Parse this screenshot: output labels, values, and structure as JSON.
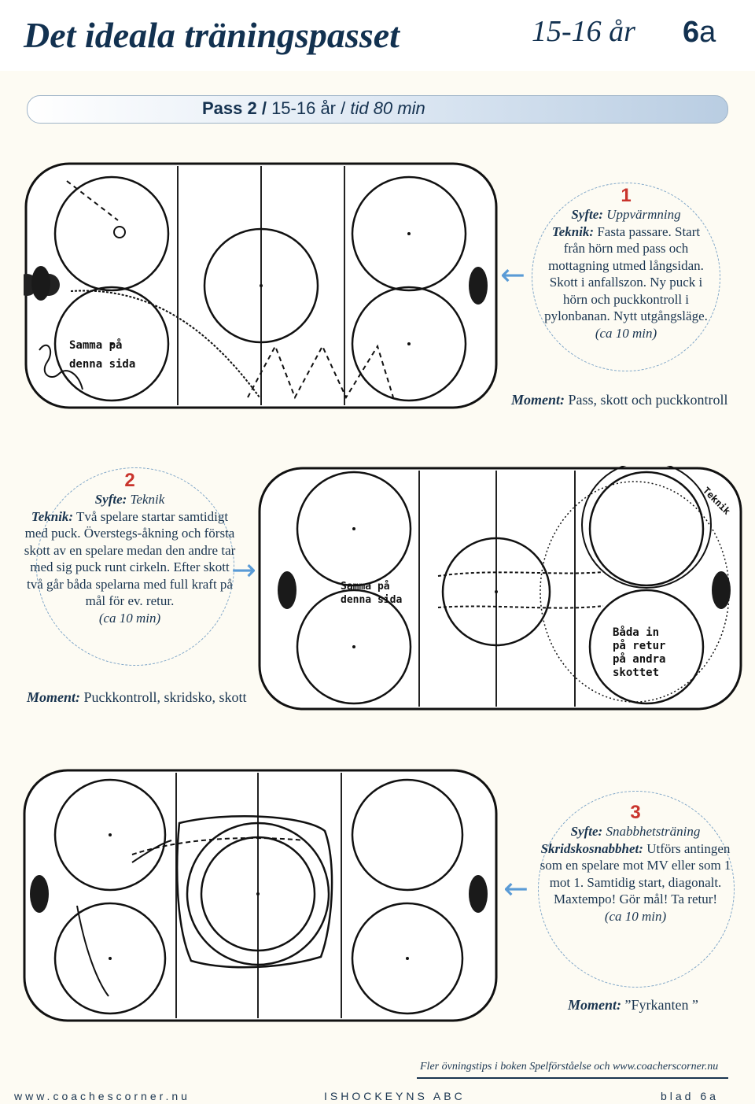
{
  "header": {
    "title": "Det ideala träningspasset",
    "age": "15-16 år",
    "page_number": "6",
    "page_suffix": "a"
  },
  "banner": {
    "part1": "Pass 2 /",
    "part2": " 15-16 år / ",
    "part3": "tid 80 min"
  },
  "drills": [
    {
      "number": "1",
      "syfte_label": "Syfte:",
      "syfte": " Uppvärmning",
      "teknik_label": "Teknik:",
      "teknik": " Fasta passare. Start från hörn med pass och mottagning utmed långsidan. Skott i anfallszon. Ny puck i hörn och puckkontroll i pylonbanan. Nytt utgångsläge.",
      "time": "(ca 10 min)",
      "moment_label": "Moment:",
      "moment": " Pass, skott och puckkontroll",
      "diagram_text": [
        "Samma på",
        "denna sida"
      ]
    },
    {
      "number": "2",
      "syfte_label": "Syfte:",
      "syfte": " Teknik",
      "teknik_label": "Teknik:",
      "teknik": " Två spelare startar samtidigt med puck. Överstegs-åkning och första skott av en spelare medan den andre tar med sig puck runt cirkeln. Efter skott två går båda spelarna med full kraft på mål för ev. retur.",
      "time": "(ca 10 min)",
      "moment_label": "Moment:",
      "moment": " Puckkontroll, skridsko, skott",
      "diagram_text": [
        "Samma på",
        "denna sida",
        "Teknik",
        "Båda in",
        "på retur",
        "på andra",
        "skottet"
      ]
    },
    {
      "number": "3",
      "syfte_label": "Syfte:",
      "syfte": " Snabbhetsträning",
      "teknik_label": "Skridskosnabbhet:",
      "teknik": " Utförs antingen som en spelare mot MV eller som 1 mot 1. Samtidig start, diagonalt. Maxtempo! Gör mål! Ta retur!",
      "time": "(ca 10 min)",
      "moment_label": "Moment:",
      "moment": " ”Fyrkanten ”"
    }
  ],
  "tip": "Fler övningstips i boken Spelförståelse och www.coacherscorner.nu",
  "footer": {
    "left": "www.coachescorner.nu",
    "center": "ISHOCKEYNS ABC",
    "right": "blad 6a"
  },
  "colors": {
    "accent_arrow": "#5a9bd6",
    "number_red": "#c9342c",
    "text_navy": "#1a3550"
  }
}
